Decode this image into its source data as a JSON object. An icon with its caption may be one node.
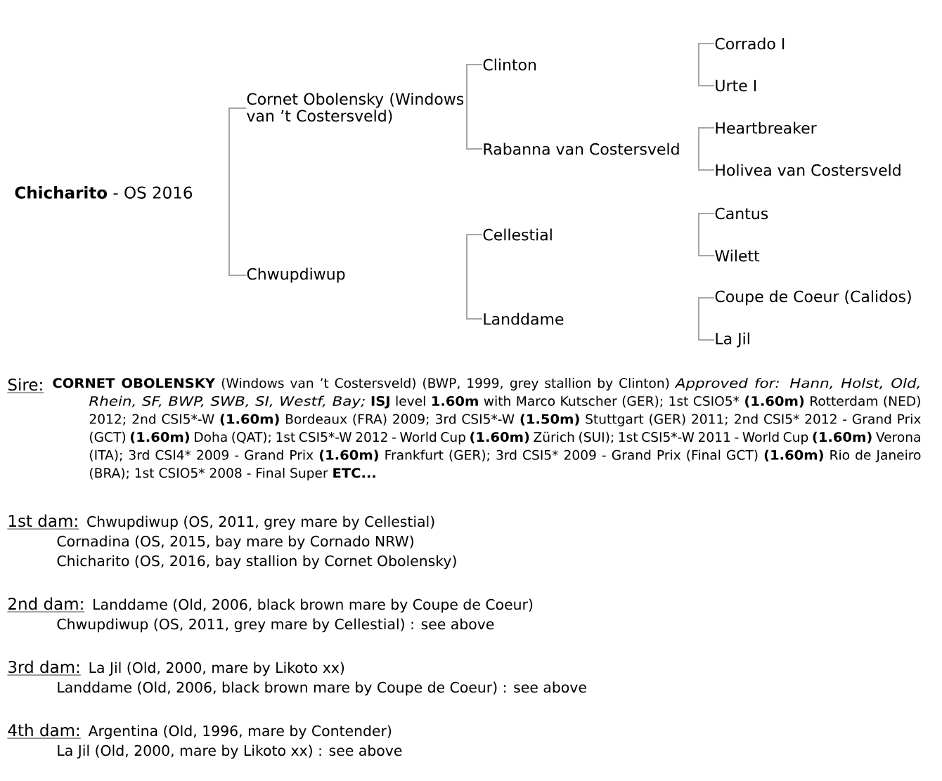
{
  "diagram": {
    "nodes": [
      {
        "text": [
          "**Chicharito** - OS 2016"
        ]
      },
      {
        "text": [
          "Cornet Obolensky (Windows van ’t Costersveld)"
        ]
      },
      {
        "text": [
          "Chwupdiwup"
        ]
      },
      {
        "text": [
          "Clinton"
        ]
      },
      {
        "text": [
          "Rabanna van Costersveld"
        ]
      },
      {
        "text": [
          "Cellestial"
        ]
      },
      {
        "text": [
          "Landdame"
        ]
      },
      {
        "text": [
          "Corrado I"
        ]
      },
      {
        "text": [
          "Urte I"
        ]
      },
      {
        "text": [
          "Heartbreaker"
        ]
      },
      {
        "text": [
          "Holivea van Costersveld"
        ]
      },
      {
        "text": [
          "Cantus"
        ]
      },
      {
        "text": [
          "Wilett"
        ]
      },
      {
        "text": [
          "Coupe de Coeur (Calidos)"
        ]
      },
      {
        "text": [
          "La Jil"
        ]
      }
    ],
    "edges": [
      {
        "from": 1,
        "to": 2,
        "arrow": "none"
      },
      {
        "from": 3,
        "to": 4,
        "arrow": "none"
      },
      {
        "from": 5,
        "to": 6,
        "arrow": "none"
      },
      {
        "from": 7,
        "to": 8,
        "arrow": "none"
      },
      {
        "from": 9,
        "to": 10,
        "arrow": "none"
      },
      {
        "from": 11,
        "to": 12,
        "arrow": "none"
      },
      {
        "from": 13,
        "to": 14,
        "arrow": "none"
      }
    ],
    "labels": [
      "Sire:",
      "**CORNET OBOLENSKY** (Windows van ’t Costersveld) (BWP, 1999, grey stallion by Clinton) *Approved for: Hann, Holst, Old, Rhein, SF, BWP, SWB, SI, Westf, Bay;* **ISJ** level **1.60m** with Marco Kutscher (GER); 1st CSIO5* **(1.60m)** Rotterdam (NED) 2012; 2nd CSI5*-W **(1.60m)** Bordeaux (FRA) 2009; 3rd CSI5*-W **(1.50m)** Stuttgart (GER) 2011; 2nd CSI5* 2012 - Grand Prix (GCT) **(1.60m)** Doha (QAT); 1st CSI5*-W 2012 - World Cup **(1.60m)** Zürich (SUI); 1st CSI5*-W 2011 - World Cup **(1.60m)** Verona (ITA); 3rd CSI4* 2009 - Grand Prix **(1.60m)** Frankfurt (GER); 3rd CSI5* 2009 - Grand Prix (Final GCT) **(1.60m)** Rio de Janeiro (BRA); 1st CSIO5* 2008 - Final Super **ETC...**",
      "1st dam:",
      "Chwupdiwup (OS, 2011, grey mare by Cellestial)",
      "Cornadina (OS, 2015, bay mare by Cornado NRW)",
      "Chicharito (OS, 2016, bay stallion by Cornet Obolensky)",
      "2nd dam:",
      "Landdame (Old, 2006, black brown mare by Coupe de Coeur)",
      "Chwupdiwup (OS, 2011, grey mare by Cellestial) : see above",
      "3rd dam:",
      "La Jil (Old, 2000, mare by Likoto xx)",
      "Landdame (Old, 2006, black brown mare by Coupe de Coeur) : see above",
      "4th dam:",
      "Argentina (Old, 1996, mare by Contender)",
      "La Jil (Old, 2000, mare by Likoto xx) : see above"
    ]
  }
}
